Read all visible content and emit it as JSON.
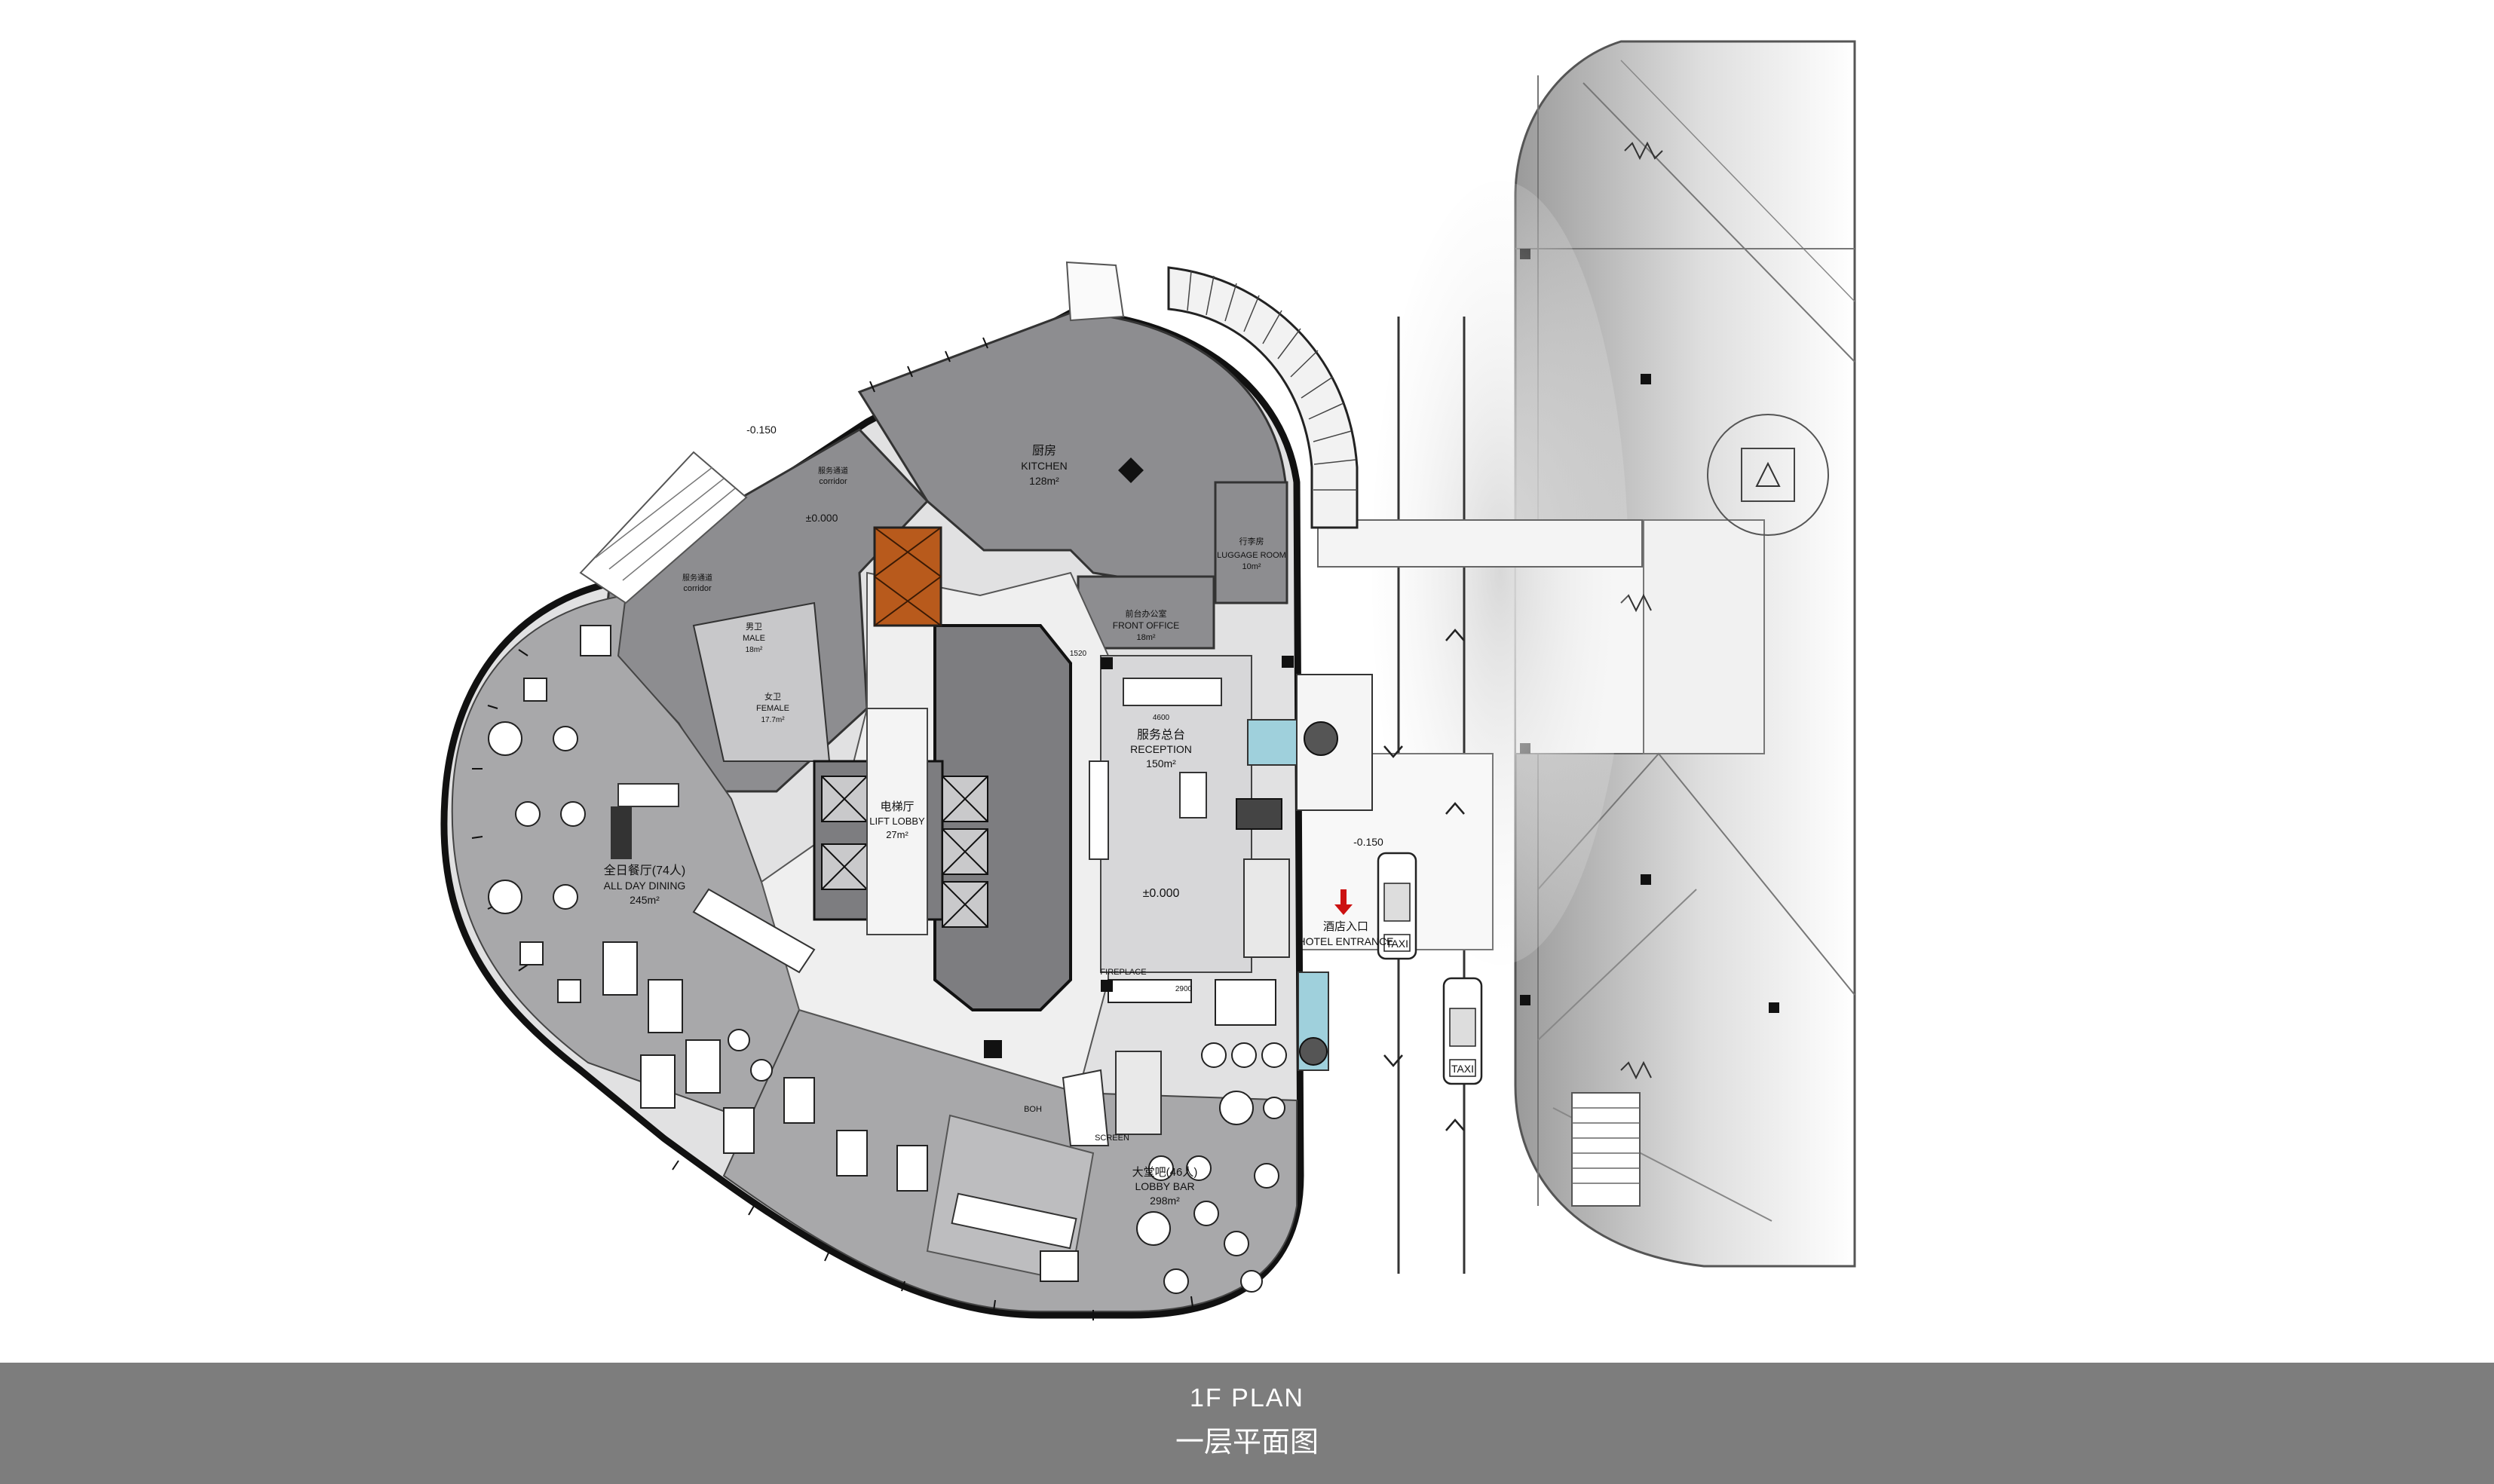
{
  "title_en": "1F PLAN",
  "title_zh": "一层平面图",
  "rooms": {
    "kitchen": {
      "zh": "厨房",
      "en": "KITCHEN",
      "area": "128m²"
    },
    "luggage": {
      "zh": "行李房",
      "en": "LUGGAGE ROOM",
      "area": "10m²"
    },
    "front_office": {
      "zh": "前台办公室",
      "en": "FRONT OFFICE",
      "area": "18m²"
    },
    "reception": {
      "zh": "服务总台",
      "en": "RECEPTION",
      "area": "150m²"
    },
    "lift_lobby": {
      "zh": "电梯厅",
      "en": "LIFT LOBBY",
      "area": "27m²"
    },
    "dining": {
      "zh": "全日餐厅(74人)",
      "en": "ALL DAY DINING",
      "area": "245m²"
    },
    "lobby_bar": {
      "zh": "大堂吧(46人)",
      "en": "LOBBY BAR",
      "area": "298m²"
    },
    "male": {
      "zh": "男卫",
      "en": "MALE",
      "area": "18m²"
    },
    "female": {
      "zh": "女卫",
      "en": "FEMALE",
      "area": "17.7m²"
    },
    "corridor_a": {
      "zh": "服务通道",
      "en": "corridor"
    },
    "corridor_b": {
      "zh": "服务通道",
      "en": "corridor"
    },
    "fireplace": {
      "en": "FIREPLACE"
    },
    "screen": {
      "en": "SCREEN"
    },
    "boh": {
      "en": "BOH"
    }
  },
  "hotel_entrance": {
    "zh": "酒店入口",
    "en": "HOTEL ENTRANCE"
  },
  "levels": {
    "lobby": "±0.000",
    "service": "±0.000",
    "outside_a": "-0.150",
    "outside_b": "-0.150"
  },
  "dims": {
    "d1520": "1520",
    "d4600": "4600",
    "d2900": "2900"
  },
  "taxi_label": "TAXI",
  "colors": {
    "dark": "#8a8a8d",
    "mid": "#b6b6b8",
    "light": "#dcdcdc",
    "floor": "#eeeeee",
    "wood": "#b85a1c",
    "water": "#9fd0dc"
  }
}
